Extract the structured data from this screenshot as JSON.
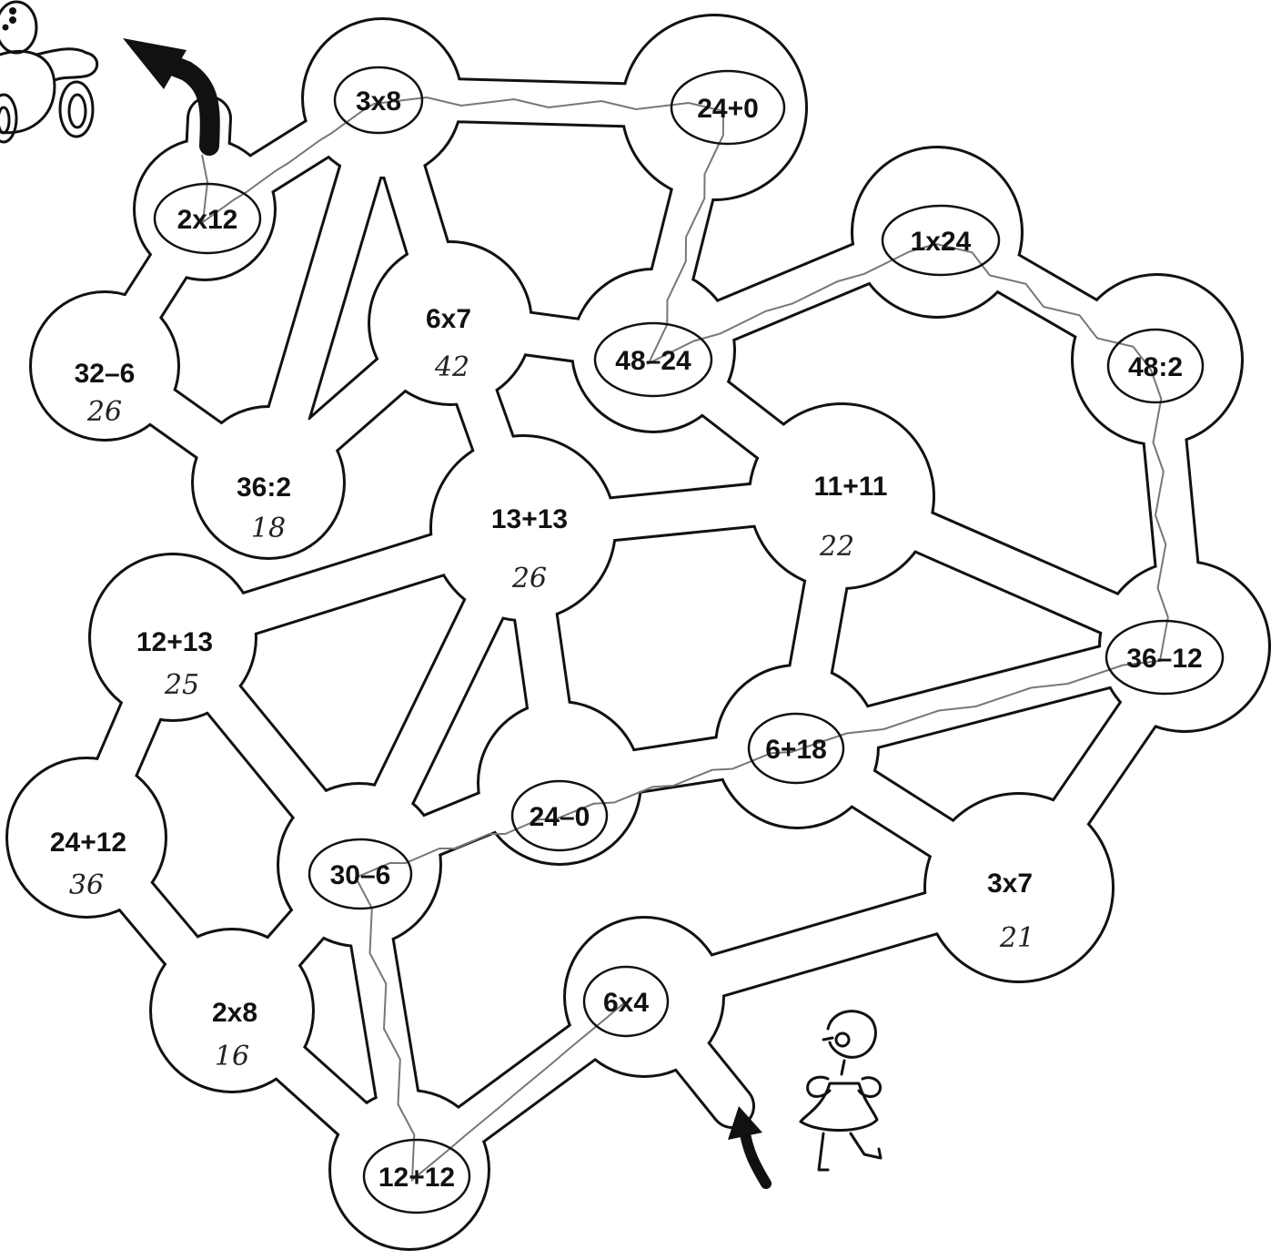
{
  "nodes": [
    {
      "id": "n-2x12",
      "expr": "2x12",
      "answer": "",
      "circled": true
    },
    {
      "id": "n-3x8",
      "expr": "3x8",
      "answer": "",
      "circled": true
    },
    {
      "id": "n-24p0",
      "expr": "24+0",
      "answer": "",
      "circled": true
    },
    {
      "id": "n-1x24",
      "expr": "1x24",
      "answer": "",
      "circled": true
    },
    {
      "id": "n-48d2",
      "expr": "48:2",
      "answer": "",
      "circled": true
    },
    {
      "id": "n-48m24",
      "expr": "48–24",
      "answer": "",
      "circled": true
    },
    {
      "id": "n-6x7",
      "expr": "6x7",
      "answer": "42",
      "circled": false
    },
    {
      "id": "n-32m6",
      "expr": "32–6",
      "answer": "26",
      "circled": false
    },
    {
      "id": "n-36d2",
      "expr": "36:2",
      "answer": "18",
      "circled": false
    },
    {
      "id": "n-13p13",
      "expr": "13+13",
      "answer": "26",
      "circled": false
    },
    {
      "id": "n-11p11",
      "expr": "11+11",
      "answer": "22",
      "circled": false
    },
    {
      "id": "n-36m12",
      "expr": "36–12",
      "answer": "",
      "circled": true
    },
    {
      "id": "n-12p13",
      "expr": "12+13",
      "answer": "25",
      "circled": false
    },
    {
      "id": "n-6p18",
      "expr": "6+18",
      "answer": "",
      "circled": true
    },
    {
      "id": "n-24m0",
      "expr": "24–0",
      "answer": "",
      "circled": true
    },
    {
      "id": "n-24p12",
      "expr": "24+12",
      "answer": "36",
      "circled": false
    },
    {
      "id": "n-30m6",
      "expr": "30–6",
      "answer": "",
      "circled": true
    },
    {
      "id": "n-3x7",
      "expr": "3x7",
      "answer": "21",
      "circled": false
    },
    {
      "id": "n-2x8",
      "expr": "2x8",
      "answer": "16",
      "circled": false
    },
    {
      "id": "n-6x4",
      "expr": "6x4",
      "answer": "",
      "circled": true
    },
    {
      "id": "n-12p12",
      "expr": "12+12",
      "answer": "",
      "circled": true
    }
  ],
  "icons": {
    "goal": "teddy-bear-icon",
    "start": "girl-figure-icon",
    "exit_arrow": "arrow-icon",
    "entry_arrow": "arrow-icon"
  }
}
